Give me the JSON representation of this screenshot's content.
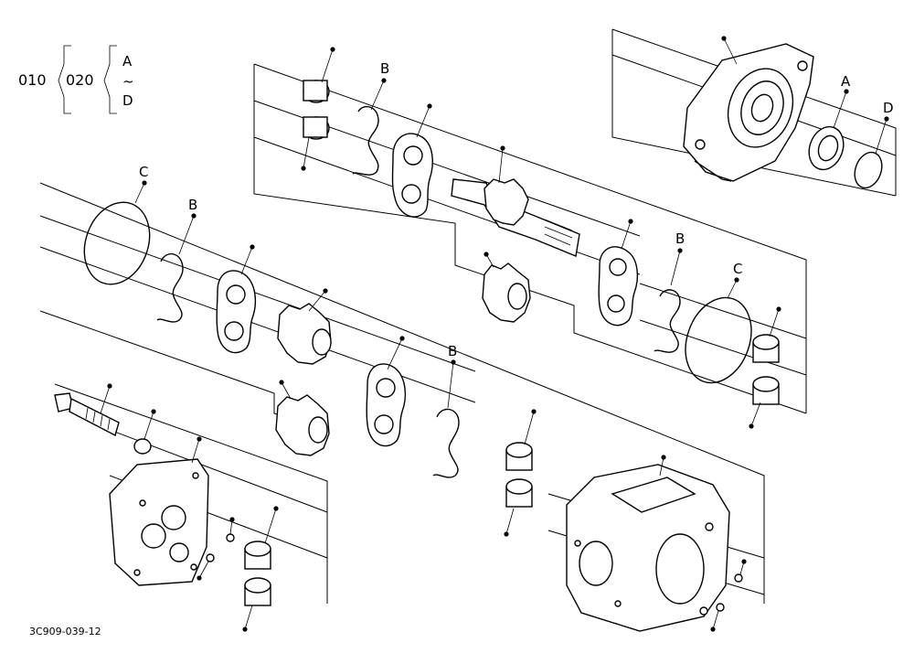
{
  "legend": {
    "parent_code": "010",
    "child_code": "020",
    "range_start": "A",
    "range_sep": "~",
    "range_end": "D"
  },
  "labels": {
    "a": "A",
    "b": "B",
    "c": "C",
    "d": "D"
  },
  "drawing_ref": "3C909-039-12"
}
